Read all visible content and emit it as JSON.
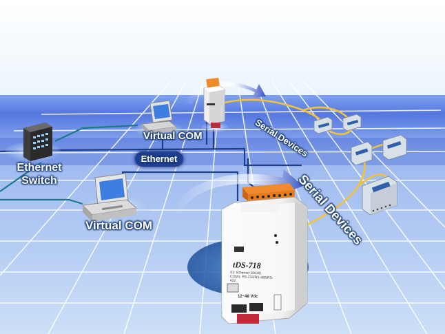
{
  "labels": {
    "ethernet_switch": "Ethernet Switch",
    "virtual_com_top": "Virtual COM",
    "virtual_com_bottom": "Virtual COM",
    "ethernet": "Ethernet",
    "serial_devices_top": "Serial Devices",
    "serial_devices_bottom": "Serial Devices"
  },
  "device": {
    "model": "tDS-718",
    "spec_line1": "E1: Ethernet 10/100",
    "spec_line2": "COM1: RS-232/RS-485/RS-422",
    "power": "12~48 Vdc"
  },
  "colors": {
    "band": "#5f86e8",
    "band_dark": "#3c62d6",
    "ethernet_cable": "#1d3f8a",
    "serial_cable": "#f2c33a",
    "device_body": "#f4f4f4",
    "terminal_orange": "#f08a2a",
    "lan_line": "#1a7a8a"
  },
  "icons": [
    "ethernet-switch-icon",
    "computer-icon",
    "ds-device-icon",
    "serial-module-icon"
  ]
}
